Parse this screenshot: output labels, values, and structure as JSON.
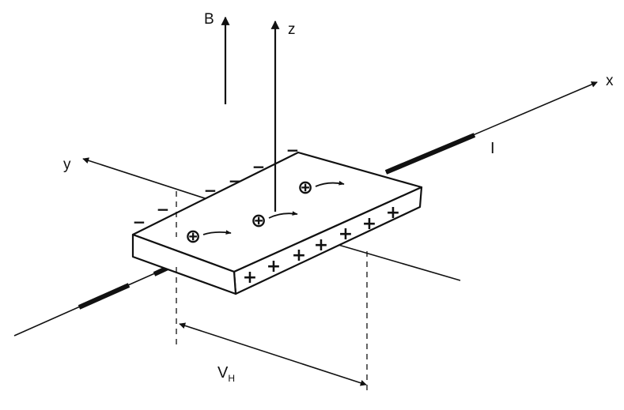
{
  "labels": {
    "b_field": "B",
    "z_axis": "z",
    "x_axis": "x",
    "y_axis": "y",
    "current": "I",
    "hall_voltage_main": "V",
    "hall_voltage_sub": "H"
  },
  "charge_symbols": {
    "positive_carrier": "⊕",
    "plus": "+",
    "minus": "−"
  },
  "colors": {
    "ink": "#111111",
    "background": "#ffffff"
  }
}
